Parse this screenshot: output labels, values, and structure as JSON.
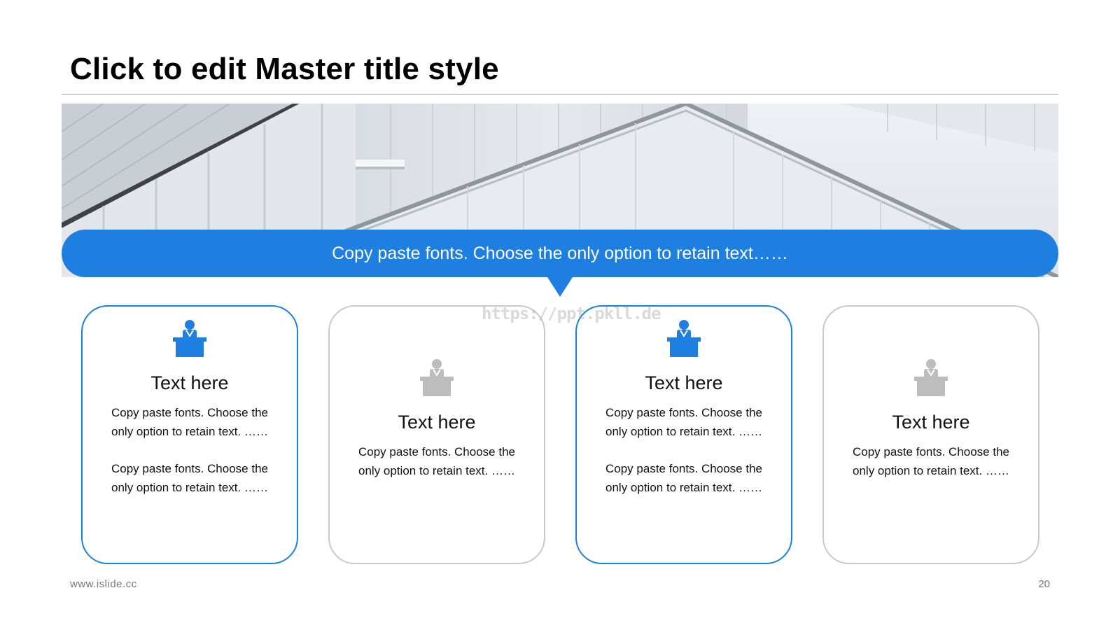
{
  "slide": {
    "title": "Click to edit Master title style",
    "banner_text": "Copy paste fonts. Choose the only option to retain text……",
    "watermark": "https://ppt.pkll.de",
    "footer_left": "www.islide.cc",
    "page_number": "20"
  },
  "colors": {
    "accent": "#1e7fe0",
    "inactive_icon": "#bdbdbd",
    "inactive_border": "#c9c9c9"
  },
  "cards": [
    {
      "icon": "presenter-podium-icon",
      "heading": "Text here",
      "paragraphs": [
        "Copy paste fonts. Choose the only option to retain text. ……",
        "Copy paste fonts. Choose the only option to retain text. ……"
      ]
    },
    {
      "icon": "presenter-podium-icon",
      "heading": "Text here",
      "paragraphs": [
        "Copy paste fonts. Choose the only option to retain text. ……"
      ]
    },
    {
      "icon": "presenter-podium-icon",
      "heading": "Text here",
      "paragraphs": [
        "Copy paste fonts. Choose the only option to retain text. ……",
        "Copy paste fonts. Choose the only option to retain text. ……"
      ]
    },
    {
      "icon": "presenter-podium-icon",
      "heading": "Text here",
      "paragraphs": [
        "Copy paste fonts. Choose the only option to retain text. ……"
      ]
    }
  ]
}
